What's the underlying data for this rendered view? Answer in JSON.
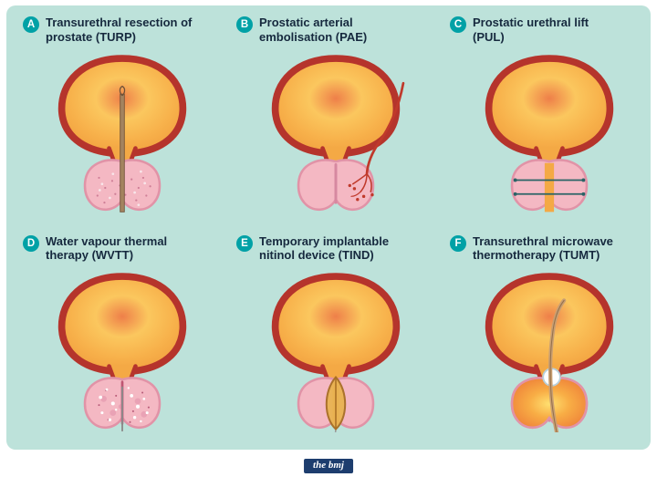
{
  "panels": [
    {
      "letter": "A",
      "title": "Transurethral resection of prostate (TURP)",
      "illustration": "turp"
    },
    {
      "letter": "B",
      "title": "Prostatic arterial embolisation (PAE)",
      "illustration": "pae"
    },
    {
      "letter": "C",
      "title": "Prostatic urethral lift (PUL)",
      "illustration": "pul"
    },
    {
      "letter": "D",
      "title": "Water vapour thermal therapy (WVTT)",
      "illustration": "wvtt"
    },
    {
      "letter": "E",
      "title": "Temporary implantable nitinol device (TIND)",
      "illustration": "tind"
    },
    {
      "letter": "F",
      "title": "Transurethral microwave thermotherapy (TUMT)",
      "illustration": "tumt"
    }
  ],
  "footer": {
    "logo_text": "the bmj"
  },
  "colors": {
    "panel_background": "#bde2da",
    "badge": "#00a1a6",
    "title_text": "#16293e",
    "bladder_outline": "#b5342c",
    "bladder_fill_outer": "#f1a03f",
    "bladder_fill_inner": "#fbc75e",
    "prostate_fill": "#f4b8c3",
    "prostate_outline": "#e193a7",
    "artery_red": "#c0392b",
    "implant_teal": "#2a6366",
    "device_gold": "#e9b352",
    "catheter_tan": "#c99f72",
    "logo_background": "#1d3d6e"
  }
}
